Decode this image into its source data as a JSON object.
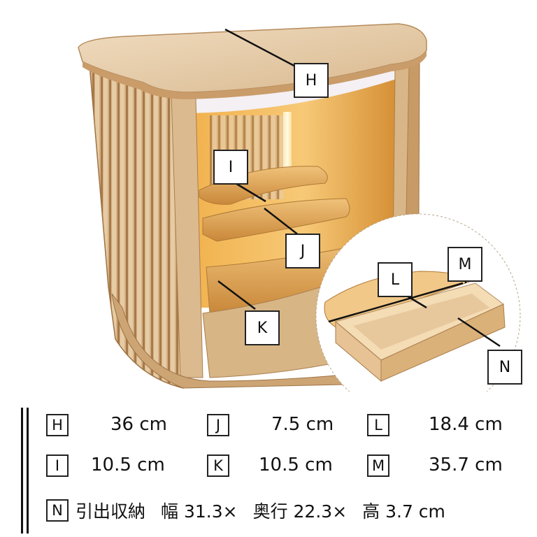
{
  "callouts": {
    "h": "H",
    "i": "I",
    "j": "J",
    "k": "K",
    "l": "L",
    "m": "M",
    "n": "N"
  },
  "specs": [
    {
      "label": "H",
      "value": "36 cm"
    },
    {
      "label": "J",
      "value": "7.5 cm"
    },
    {
      "label": "L",
      "value": "18.4 cm"
    },
    {
      "label": "I",
      "value": "10.5 cm"
    },
    {
      "label": "K",
      "value": "10.5 cm"
    },
    {
      "label": "M",
      "value": "35.7 cm"
    }
  ],
  "drawer_spec": {
    "label": "N",
    "name": "引出収納",
    "width": "幅 31.3×",
    "depth": "奥行 22.3×",
    "height": "高 3.7 cm"
  },
  "colors": {
    "wood_light": "#e6c9a2",
    "wood_mid": "#c99f6d",
    "wood_dark": "#9e7344",
    "interior_glow": "#f3b04a",
    "line": "#111111"
  }
}
